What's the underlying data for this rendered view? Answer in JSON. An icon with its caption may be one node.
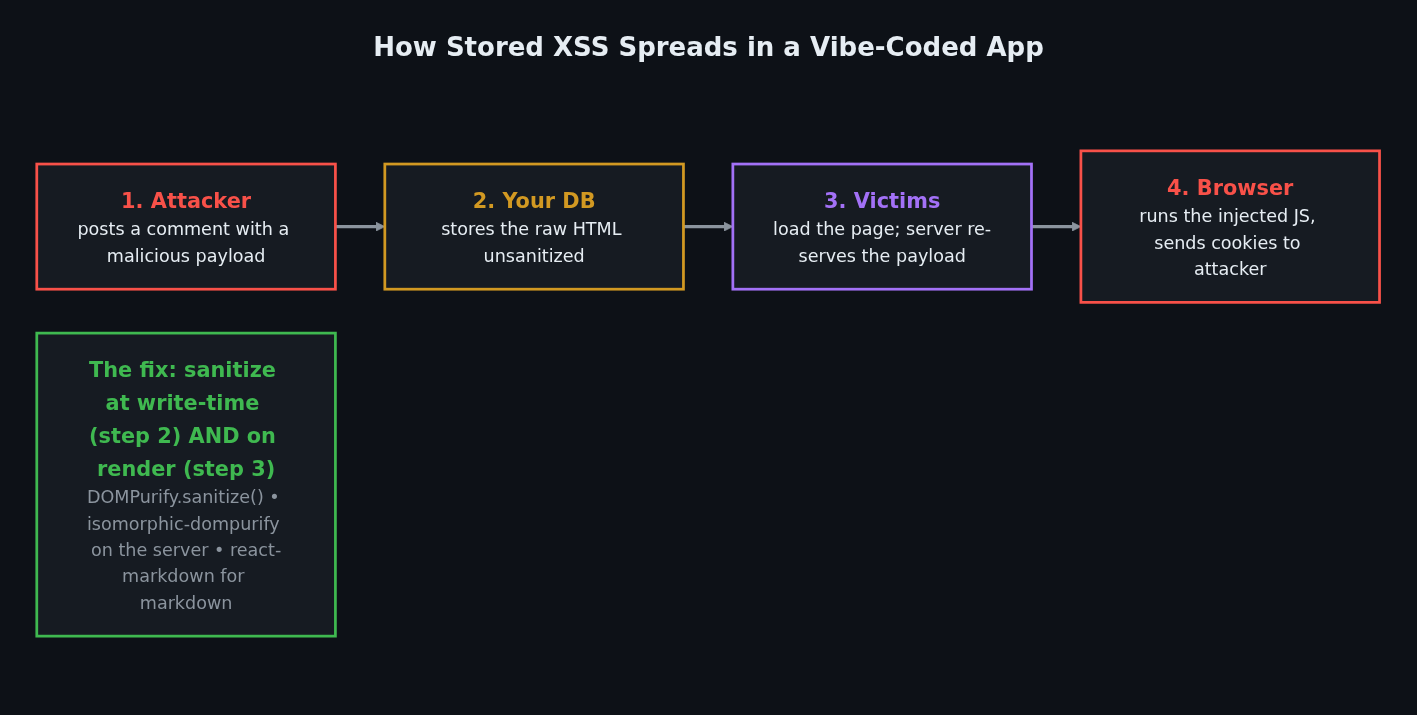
{
  "diagram": {
    "title": "How Stored XSS Spreads in a Vibe-Coded App",
    "nodes": [
      {
        "text": [
          "1. Attacker",
          "posts a comment with a malicious payload"
        ]
      },
      {
        "text": [
          "2. Your DB",
          "stores the raw HTML unsanitized"
        ]
      },
      {
        "text": [
          "3. Victims",
          "load the page; server re-serves the payload"
        ]
      },
      {
        "text": [
          "4. Browser",
          "runs the injected JS, sends cookies to attacker"
        ]
      },
      {
        "text": [
          "The fix: sanitize at write-time (step 2) AND on render (step 3)",
          "DOMPurify.sanitize() • isomorphic-dompurify on the server • react-markdown for markdown"
        ]
      }
    ],
    "edges": [
      {
        "from": 0,
        "to": 1,
        "arrow": "to"
      },
      {
        "from": 1,
        "to": 2,
        "arrow": "to"
      },
      {
        "from": 2,
        "to": 3,
        "arrow": "to"
      }
    ]
  }
}
